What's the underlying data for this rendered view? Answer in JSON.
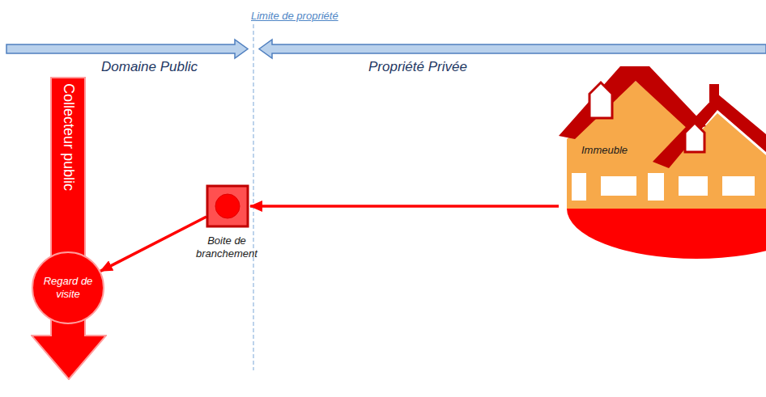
{
  "diagram": {
    "nodes": [
      {
        "text": [
          "Collecteur public"
        ]
      },
      {
        "text": [
          "Regard de visite"
        ],
        "in": 0
      },
      {
        "text": [
          "Boite de branchement"
        ]
      },
      {
        "text": [
          "Immeuble"
        ]
      }
    ],
    "edges": [
      {
        "from": 3,
        "to": 2,
        "arrow": "to"
      },
      {
        "from": 2,
        "to": 1,
        "arrow": "to"
      }
    ],
    "labels": [
      "Limite de propriété",
      "Domaine Public",
      "Propriété Privée"
    ]
  }
}
